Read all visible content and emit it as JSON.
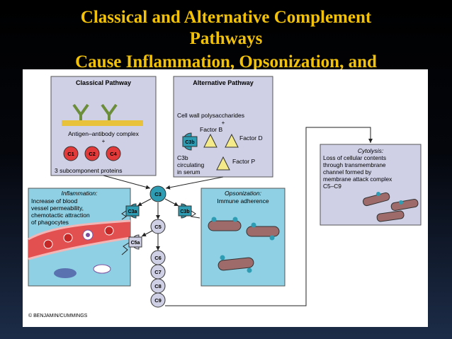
{
  "title": {
    "line1": "Classical and Alternative Complement",
    "line2": "Pathways",
    "line3": "Cause Inflammation, Opsonization, and"
  },
  "classical": {
    "heading": "Classical Pathway",
    "complex": "Antigen–antibody complex",
    "plus": "+",
    "proteins": [
      "C1",
      "C2",
      "C4"
    ],
    "caption": "3 subcomponent proteins"
  },
  "alternative": {
    "heading": "Alternative Pathway",
    "polysaccharides": "Cell wall polysaccharides",
    "plus": "+",
    "factor_b": "Factor B",
    "factor_d": "Factor D",
    "factor_p": "Factor P",
    "c3b_label": "C3b",
    "circulating": [
      "C3b",
      "circulating",
      "in serum"
    ]
  },
  "inflammation": {
    "heading": "Inflammation:",
    "lines": [
      "Increase of blood",
      "vessel permeability,",
      "chemotactic attraction",
      "of phagocytes"
    ]
  },
  "opsonization": {
    "heading": "Opsonization:",
    "text": "Immune adherence"
  },
  "cytolysis": {
    "heading": "Cytolysis:",
    "lines": [
      "Loss of cellular contents",
      "through transmembrane",
      "channel formed by",
      "membrane attack complex",
      "C5–C9"
    ]
  },
  "components": {
    "c3": "C3",
    "c3a": "C3a",
    "c3b": "C3b",
    "c5": "C5",
    "c5a": "C5a",
    "chain": [
      "C6",
      "C7",
      "C8",
      "C9"
    ]
  },
  "credit": "© BENJAMIN/CUMMINGS",
  "colors": {
    "title": "#f2c20a",
    "panel": "#cfd0e6",
    "cyan_panel": "#8fd0e4",
    "factor": "#f5ea8a",
    "c3b": "#2e9db3",
    "red_protein": "#e23a3a",
    "cell": "#9e6a6a"
  }
}
